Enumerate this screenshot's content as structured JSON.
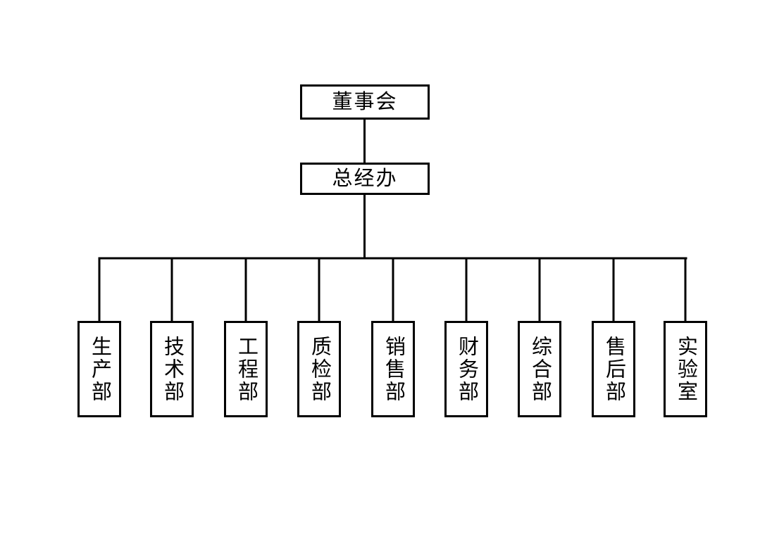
{
  "org": {
    "root": {
      "label": "董事会"
    },
    "level2": {
      "label": "总经办"
    },
    "departments": [
      "生产部",
      "技术部",
      "工程部",
      "质检部",
      "销售部",
      "财务部",
      "综合部",
      "售后部",
      "实验室"
    ]
  },
  "colors": {
    "background": "#ffffff",
    "line": "#000000",
    "border": "#000000",
    "text": "#000000"
  }
}
